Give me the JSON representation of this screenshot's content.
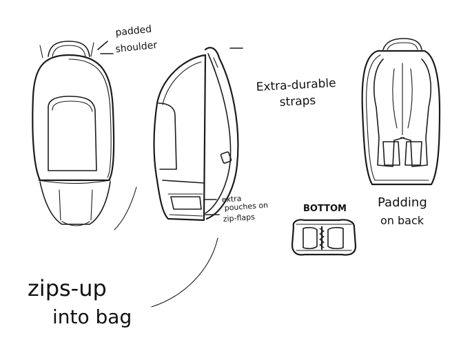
{
  "annotations": {
    "padded_shoulder_line1": "padded",
    "padded_shoulder_line2": "shoulder",
    "extra_durable_line1": "Extra-durable",
    "extra_durable_line2": "straps",
    "extra_pouches_line1": "extra",
    "extra_pouches_line2": "pouches on",
    "extra_pouches_line3": "zip-flaps",
    "bottom_label": "BOTTOM",
    "padding_line1": "Padding",
    "padding_line2": "on back",
    "zips_line1": "zips-up",
    "zips_line2": "into bag"
  }
}
